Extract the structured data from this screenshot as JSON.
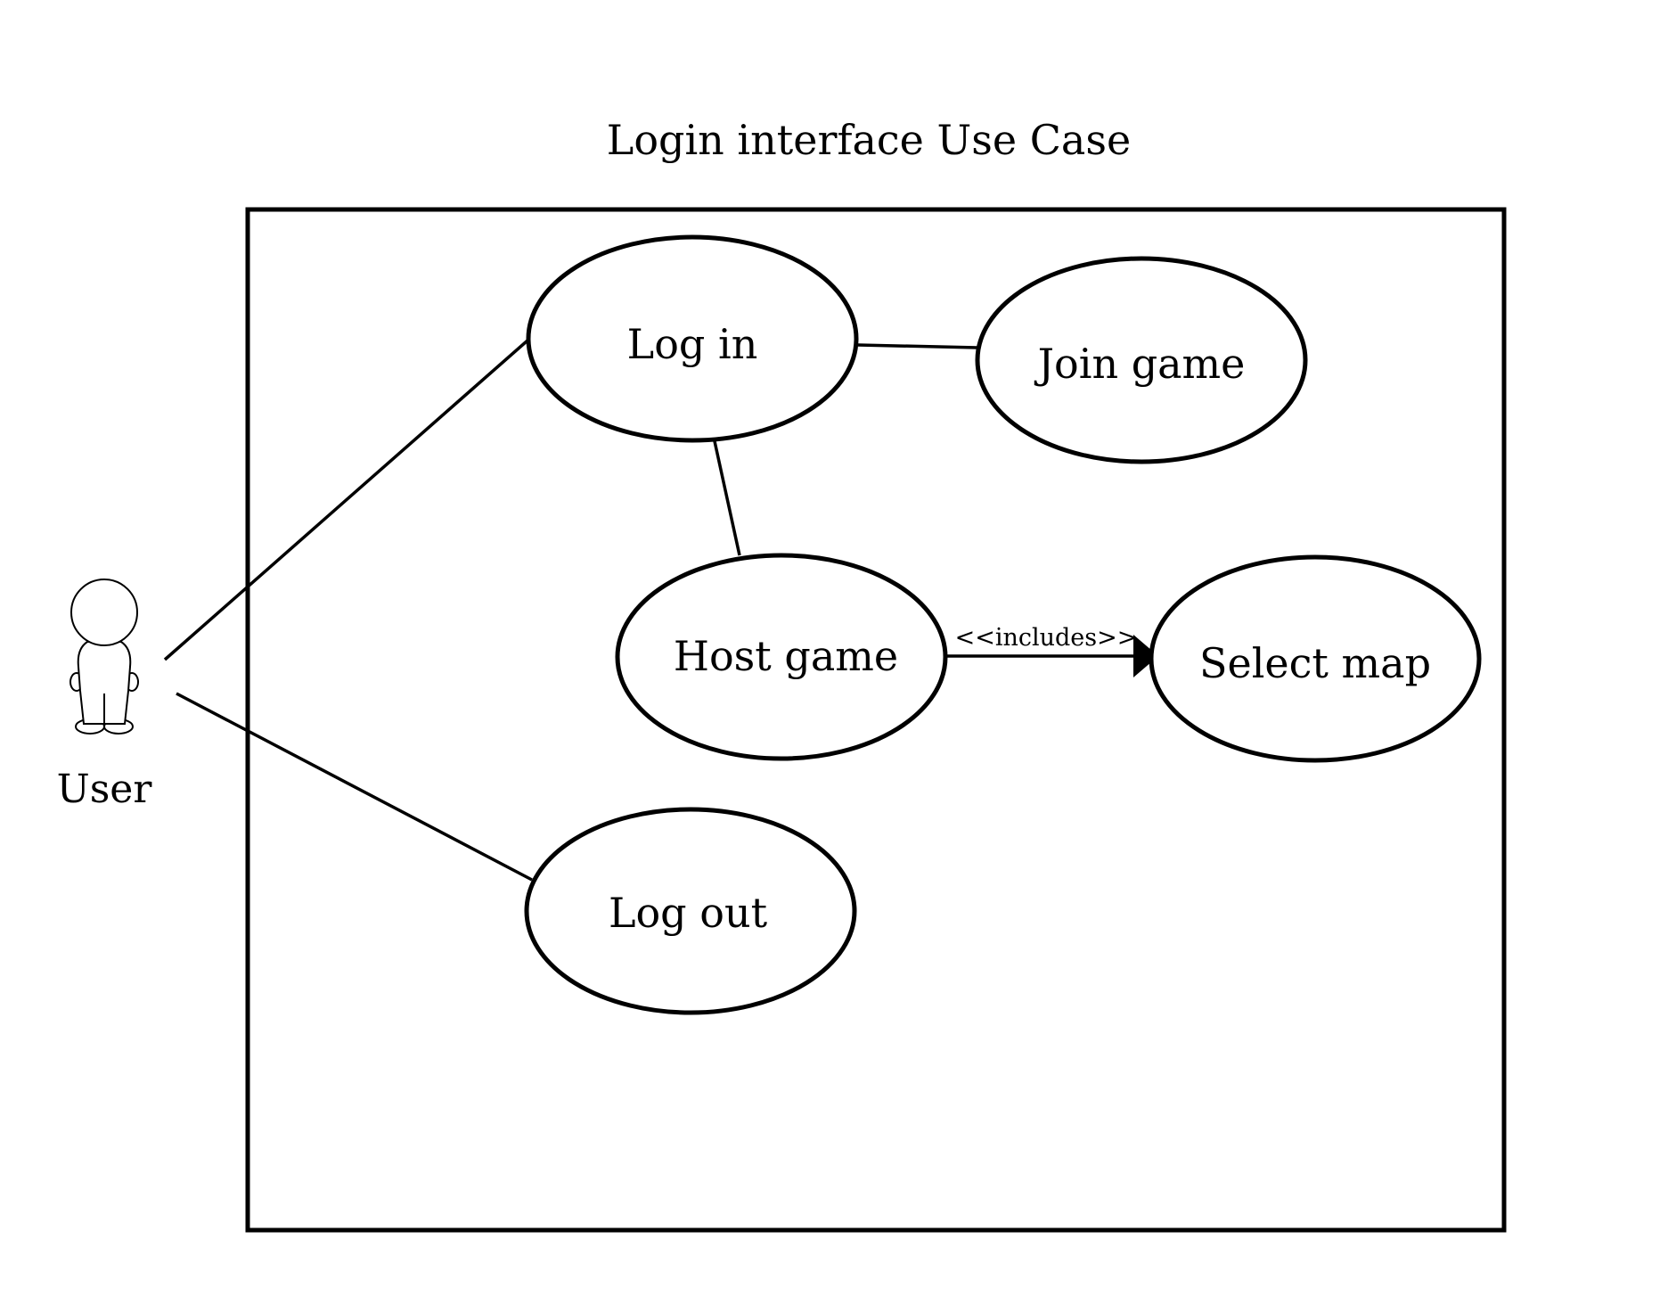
{
  "title": "Login interface Use Case",
  "actor": {
    "name": "User",
    "icon": "stick-figure-icon"
  },
  "use_cases": {
    "log_in": "Log in",
    "join_game": "Join game",
    "host_game": "Host game",
    "select_map": "Select map",
    "log_out": "Log out"
  },
  "relationships": {
    "includes_label": "<<includes>>"
  },
  "colors": {
    "stroke": "#000000",
    "background": "#ffffff"
  }
}
